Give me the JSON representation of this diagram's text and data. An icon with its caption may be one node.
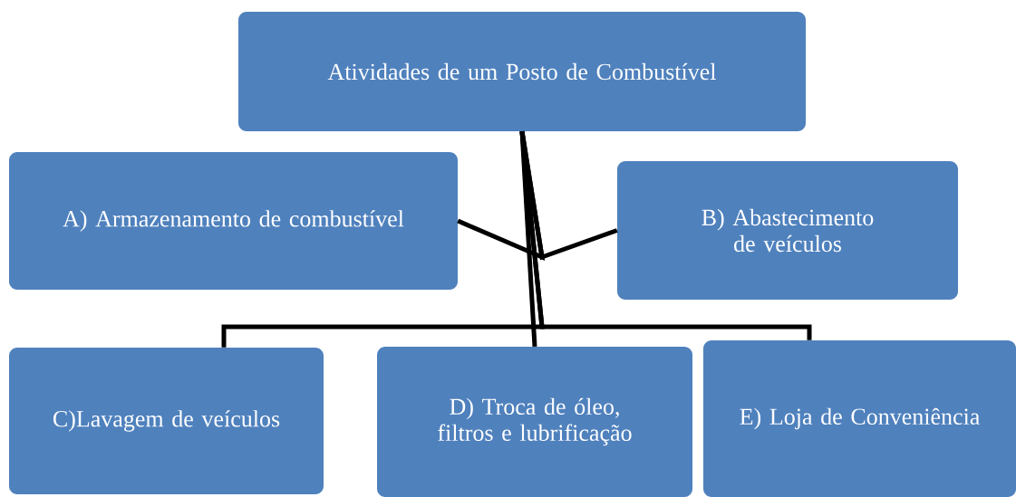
{
  "diagram": {
    "nodes": [
      {
        "text": [
          "Atividades de um Posto de Combustível"
        ]
      },
      {
        "text": [
          "A) Armazenamento de combustível"
        ]
      },
      {
        "text": [
          "B) Abastecimento de veículos"
        ]
      },
      {
        "text": [
          "C)Lavagem de veículos"
        ]
      },
      {
        "text": [
          "D) Troca de óleo, filtros e lubrificação"
        ]
      },
      {
        "text": [
          "E) Loja de Conveniência"
        ]
      }
    ],
    "edges": [
      {
        "from": 0,
        "to": 1,
        "arrow": "none"
      },
      {
        "from": 0,
        "to": 2,
        "arrow": "none"
      },
      {
        "from": 0,
        "to": 3,
        "arrow": "none"
      },
      {
        "from": 0,
        "to": 4,
        "arrow": "none"
      },
      {
        "from": 0,
        "to": 5,
        "arrow": "none"
      }
    ]
  }
}
